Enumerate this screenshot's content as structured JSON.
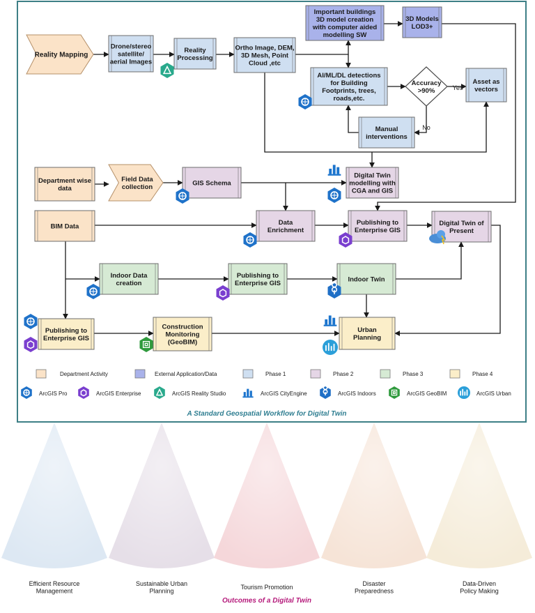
{
  "colors": {
    "frame": "#3d7f86",
    "department": "#fbe3c8",
    "external": "#a9b2ea",
    "phase1": "#cfdff1",
    "phase2": "#e5d6e6",
    "phase3": "#d6ead4",
    "phase4": "#fbeec9",
    "arcgis_pro": "#1f72c9",
    "arcgis_enterprise": "#7a3fcf",
    "reality_studio": "#29a98c",
    "cityengine": "#1b74cd",
    "indoors": "#1f6fc6",
    "geobim": "#2f9a3d",
    "urban": "#2b9fd9",
    "workflow_caption": "#2f7e91",
    "outcomes_caption": "#b51a7b"
  },
  "nodes": {
    "reality_mapping": "Reality Mapping",
    "drone": [
      "Drone/stereo",
      "satellite/",
      "aerial Images"
    ],
    "reality_processing": [
      "Reality",
      "Processing"
    ],
    "ortho": [
      "Ortho Image, DEM,",
      "3D Mesh, Point",
      "Cloud ,etc"
    ],
    "important_buildings": [
      "Important buildings",
      "3D model creation",
      "with computer aided",
      "modelling SW"
    ],
    "models_lod": [
      "3D Models",
      "LOD3+"
    ],
    "ai_detection": [
      "AI/ML/DL detections",
      "for Building",
      "Footprints, trees,",
      "roads,etc."
    ],
    "accuracy": [
      "Accuracy",
      ">90%"
    ],
    "yes": "Yes",
    "no": "No",
    "asset_vectors": [
      "Asset as",
      "vectors"
    ],
    "manual": [
      "Manual",
      "interventions"
    ],
    "department_data": [
      "Department wise",
      "data"
    ],
    "field_data": [
      "Field Data",
      "collection"
    ],
    "gis_schema": "GIS Schema",
    "digital_twin_modelling": [
      "Digital Twin",
      "modelling with",
      "CGA and GIS"
    ],
    "bim_data": "BIM Data",
    "data_enrichment": [
      "Data",
      "Enrichment"
    ],
    "publishing_top": [
      "Publishing to",
      "Enterprise GIS"
    ],
    "dt_present": [
      "Digital Twin of",
      "Present"
    ],
    "indoor_creation": [
      "Indoor Data",
      "creation"
    ],
    "publishing_mid": [
      "Publishing to",
      "Enterprise GIS"
    ],
    "indoor_twin": "Indoor Twin",
    "publishing_bottom": [
      "Publishing to",
      "Enterprise GIS"
    ],
    "construction": [
      "Construction",
      "Monitoring",
      "(GeoBIM)"
    ],
    "urban_planning": [
      "Urban",
      "Planning"
    ]
  },
  "legend": {
    "phases": [
      "Department Activity",
      "External Application/Data",
      "Phase 1",
      "Phase 2",
      "Phase 3",
      "Phase 4"
    ],
    "software": [
      {
        "label": "ArcGIS Pro",
        "icon": "arcgis-pro-icon"
      },
      {
        "label": "ArcGIS Enterprise",
        "icon": "arcgis-enterprise-icon"
      },
      {
        "label": "ArcGIS Reality Studio",
        "icon": "arcgis-reality-studio-icon"
      },
      {
        "label": "ArcGIS CityEngine",
        "icon": "arcgis-cityengine-icon"
      },
      {
        "label": "ArcGIS Indoors",
        "icon": "arcgis-indoors-icon"
      },
      {
        "label": "ArcGIS GeoBIM",
        "icon": "arcgis-geobim-icon"
      },
      {
        "label": "ArcGIS Urban",
        "icon": "arcgis-urban-icon"
      }
    ]
  },
  "workflow_caption": "A Standard Geospatial Workflow for Digital Twin",
  "outcomes": [
    {
      "label": [
        "Efficient Resource",
        "Management"
      ],
      "color": "#d9e6f2"
    },
    {
      "label": [
        "Sustainable Urban",
        "Planning"
      ],
      "color": "#e3dbe6"
    },
    {
      "label": [
        "Tourism Promotion"
      ],
      "color": "#f4d3d6"
    },
    {
      "label": [
        "Disaster",
        "Preparedness"
      ],
      "color": "#f5e1d3"
    },
    {
      "label": [
        "Data-Driven",
        "Policy Making"
      ],
      "color": "#f4ead5"
    }
  ],
  "outcomes_caption": "Outcomes of a Digital Twin"
}
